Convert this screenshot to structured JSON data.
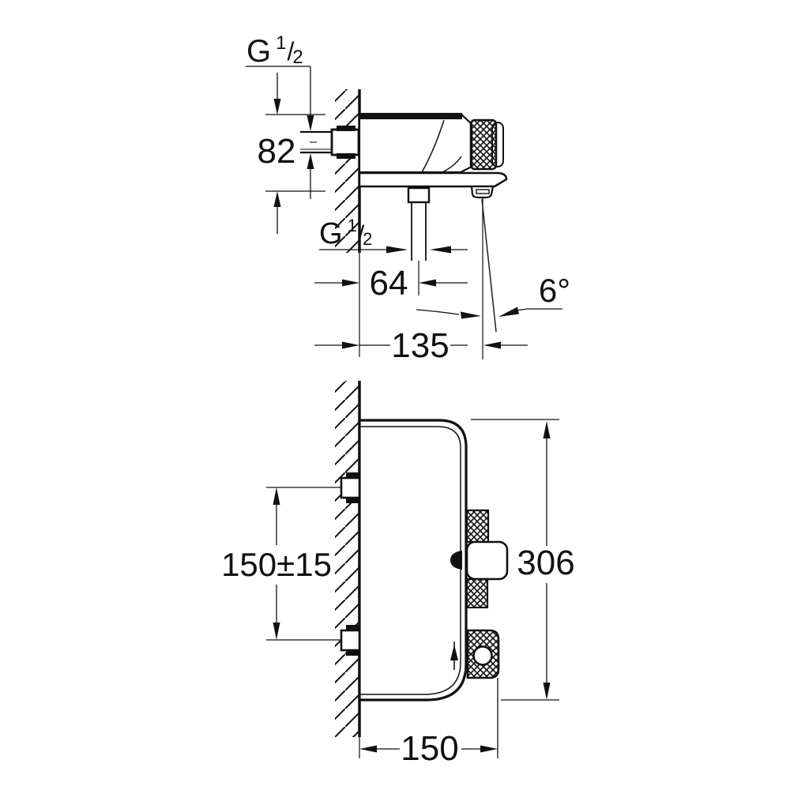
{
  "title": "Thermostatic bath mixer installation dimension drawing",
  "colors": {
    "background": "#ffffff",
    "ink": "#111111"
  },
  "top_view": {
    "inlet_thread": {
      "prefix": "G",
      "numerator": "1",
      "slash": "/",
      "denominator": "2",
      "full": "G 1/2"
    },
    "wall_to_spout_underside": "82",
    "shower_outlet_thread": {
      "prefix": "G",
      "numerator": "1",
      "slash": "/",
      "denominator": "2",
      "full": "G 1/2"
    },
    "wall_to_shower_outlet": "64",
    "wall_to_spout_tip": "135",
    "spout_outlet_angle": "6°"
  },
  "side_view": {
    "supply_center_distance": "150±15",
    "overall_height": "306",
    "overall_depth": "150"
  }
}
